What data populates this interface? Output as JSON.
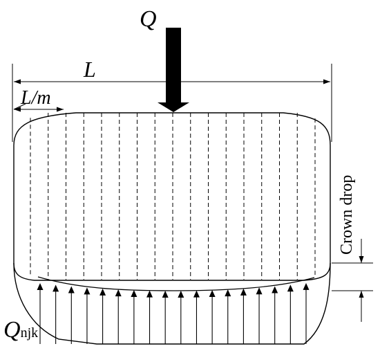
{
  "labels": {
    "load": "Q",
    "length": "L",
    "segment_num": "L/",
    "segment_den": "m",
    "crown_drop": "Crown drop",
    "element_load_main": "Q",
    "element_load_sub": "njk"
  },
  "diagram": {
    "slice_lines": 17,
    "reaction_arrows": 18,
    "stroke_color": "#000000"
  }
}
